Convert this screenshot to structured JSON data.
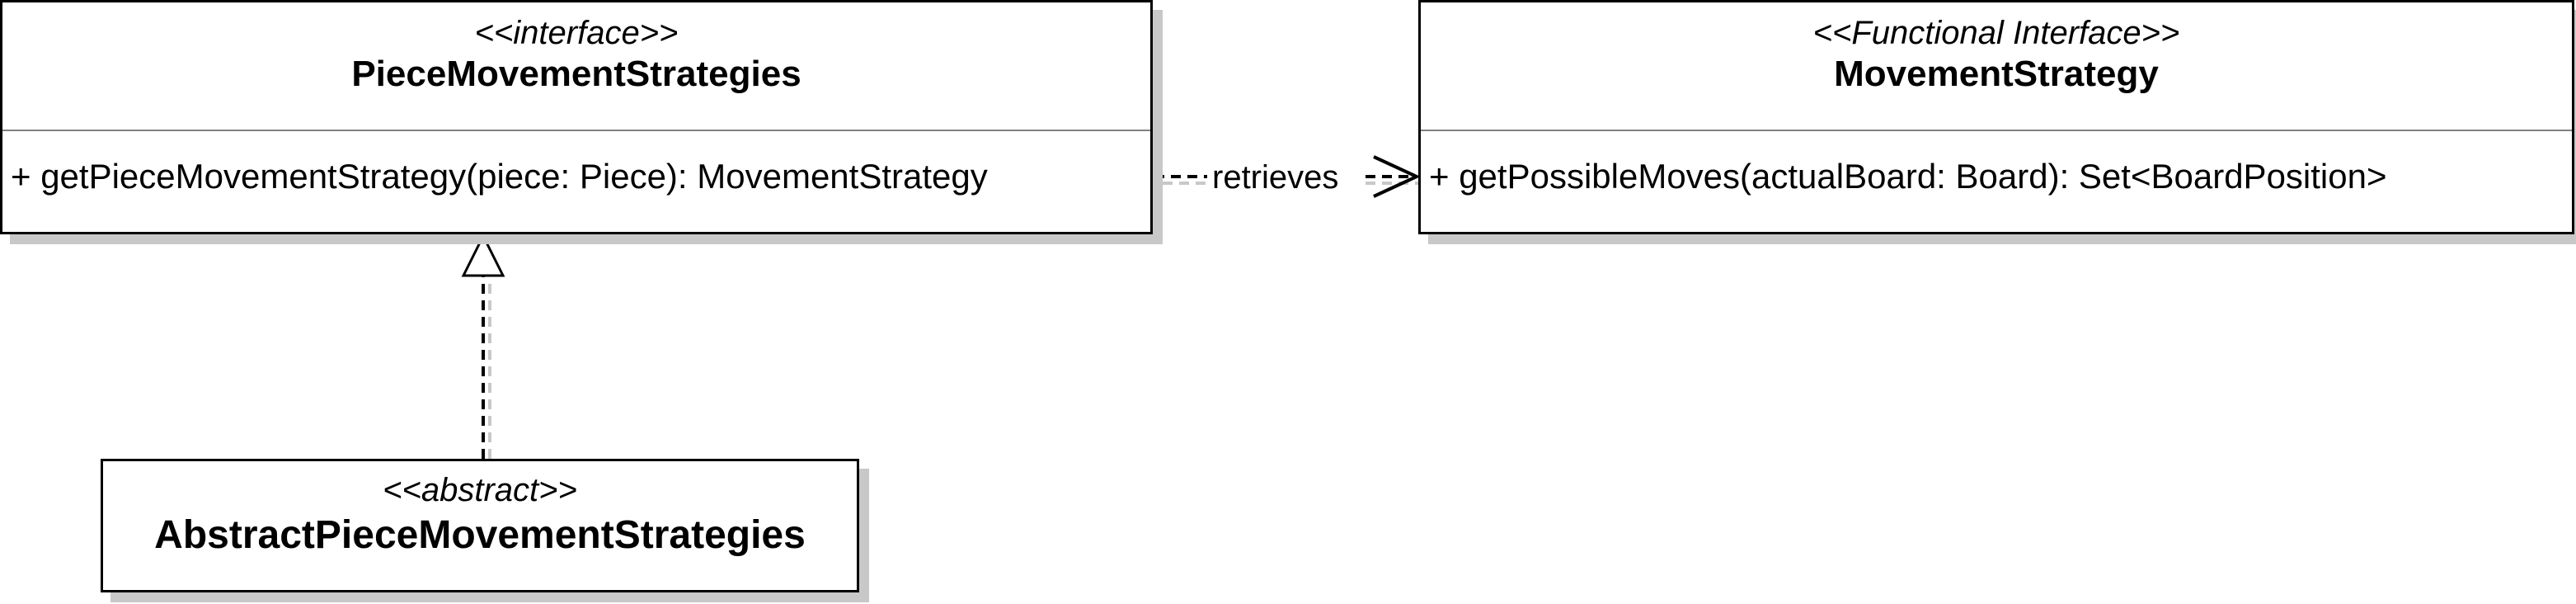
{
  "classes": {
    "piece_movement_strategies": {
      "stereotype": "<<interface>>",
      "name": "PieceMovementStrategies",
      "members": [
        "+ getPieceMovementStrategy(piece: Piece): MovementStrategy"
      ]
    },
    "movement_strategy": {
      "stereotype": "<<Functional Interface>>",
      "name": "MovementStrategy",
      "members": [
        "+ getPossibleMoves(actualBoard: Board): Set<BoardPosition>"
      ]
    },
    "abstract_piece_movement_strategies": {
      "stereotype": "<<abstract>>",
      "name": "AbstractPieceMovementStrategies"
    }
  },
  "relations": {
    "retrieves": {
      "label": "retrieves",
      "kind": "dependency",
      "from": "PieceMovementStrategies",
      "to": "MovementStrategy"
    },
    "realization": {
      "kind": "realization",
      "from": "AbstractPieceMovementStrategies",
      "to": "PieceMovementStrategies"
    }
  },
  "colors": {
    "line": "#000000",
    "shadow": "#c8c8c8",
    "divider": "#808080",
    "background": "#ffffff"
  }
}
